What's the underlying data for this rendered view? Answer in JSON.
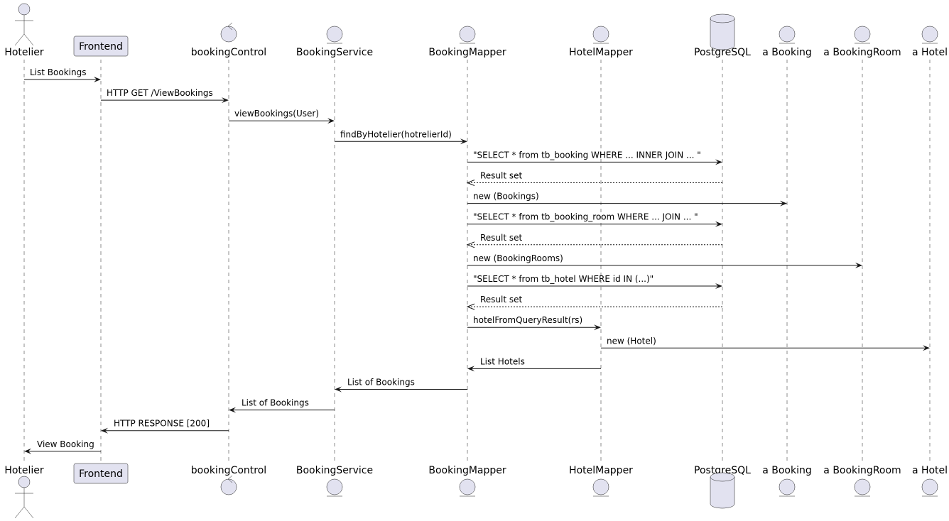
{
  "diagram": {
    "colors": {
      "participant_fill": "#E2E2F0",
      "line": "#181818",
      "text": "#000000",
      "background": "#FFFFFF"
    },
    "participants": [
      {
        "id": "hotelier",
        "name": "Hotelier",
        "kind": "actor"
      },
      {
        "id": "frontend",
        "name": "Frontend",
        "kind": "participant"
      },
      {
        "id": "bookingControl",
        "name": "bookingControl",
        "kind": "control"
      },
      {
        "id": "bookingService",
        "name": "BookingService",
        "kind": "entity"
      },
      {
        "id": "bookingMapper",
        "name": "BookingMapper",
        "kind": "entity"
      },
      {
        "id": "hotelMapper",
        "name": "HotelMapper",
        "kind": "entity"
      },
      {
        "id": "postgres",
        "name": "PostgreSQL",
        "kind": "database"
      },
      {
        "id": "aBooking",
        "name": "a Booking",
        "kind": "entity"
      },
      {
        "id": "aBookingRoom",
        "name": "a BookingRoom",
        "kind": "entity"
      },
      {
        "id": "aHotel",
        "name": "a Hotel",
        "kind": "entity"
      }
    ],
    "messages": [
      {
        "from": "hotelier",
        "to": "frontend",
        "label": "List Bookings",
        "reply": false
      },
      {
        "from": "frontend",
        "to": "bookingControl",
        "label": "HTTP GET /ViewBookings",
        "reply": false
      },
      {
        "from": "bookingControl",
        "to": "bookingService",
        "label": "viewBookings(User)",
        "reply": false
      },
      {
        "from": "bookingService",
        "to": "bookingMapper",
        "label": "findByHotelier(hotrelierId)",
        "reply": false
      },
      {
        "from": "bookingMapper",
        "to": "postgres",
        "label": "\"SELECT * from tb_booking WHERE ... INNER JOIN ... \"",
        "reply": false
      },
      {
        "from": "postgres",
        "to": "bookingMapper",
        "label": "Result set",
        "reply": true
      },
      {
        "from": "bookingMapper",
        "to": "aBooking",
        "label": "new (Bookings)",
        "reply": false
      },
      {
        "from": "bookingMapper",
        "to": "postgres",
        "label": "\"SELECT * from tb_booking_room WHERE ... JOIN ... \"",
        "reply": false
      },
      {
        "from": "postgres",
        "to": "bookingMapper",
        "label": "Result set",
        "reply": true
      },
      {
        "from": "bookingMapper",
        "to": "aBookingRoom",
        "label": "new (BookingRooms)",
        "reply": false
      },
      {
        "from": "bookingMapper",
        "to": "postgres",
        "label": "\"SELECT * from tb_hotel WHERE id IN (...)\"",
        "reply": false
      },
      {
        "from": "postgres",
        "to": "bookingMapper",
        "label": "Result set",
        "reply": true
      },
      {
        "from": "bookingMapper",
        "to": "hotelMapper",
        "label": "hotelFromQueryResult(rs)",
        "reply": false
      },
      {
        "from": "hotelMapper",
        "to": "aHotel",
        "label": "new (Hotel)",
        "reply": false
      },
      {
        "from": "hotelMapper",
        "to": "bookingMapper",
        "label": "List Hotels",
        "reply": false
      },
      {
        "from": "bookingMapper",
        "to": "bookingService",
        "label": "List of Bookings",
        "reply": false
      },
      {
        "from": "bookingService",
        "to": "bookingControl",
        "label": "List of Bookings",
        "reply": false
      },
      {
        "from": "bookingControl",
        "to": "frontend",
        "label": "HTTP RESPONSE [200]",
        "reply": false
      },
      {
        "from": "frontend",
        "to": "hotelier",
        "label": "View Booking",
        "reply": false
      }
    ]
  }
}
